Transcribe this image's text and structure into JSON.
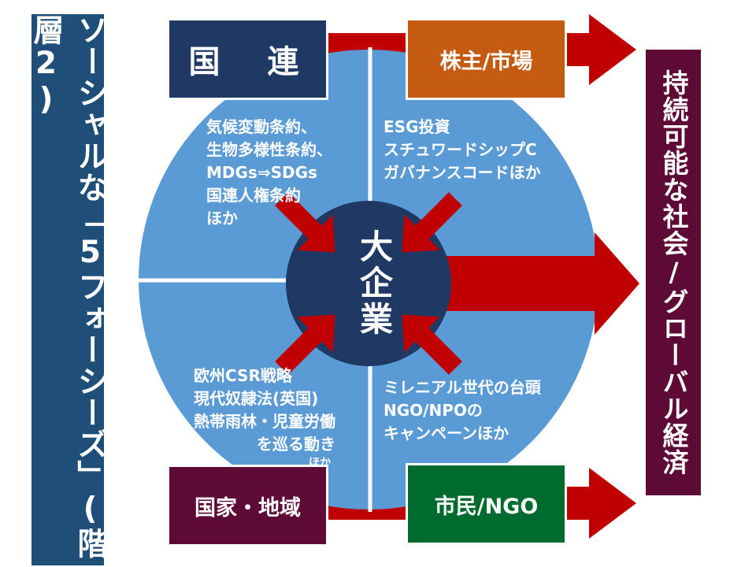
{
  "left_banner": "ソーシャルな「5フォーシーズ」(階層2)",
  "right_banner": "持続可能な社会/グローバル経済",
  "center": "大企業",
  "boxes": {
    "un": "国　連",
    "shareholders": "株主/市場",
    "nation": "国家・地域",
    "citizens": "市民/NGO"
  },
  "quadrants": {
    "top_left": [
      "気候変動条約、",
      "生物多様性条約、",
      "MDGs⇒SDGs",
      "国連人権条約",
      "ほか"
    ],
    "top_right": [
      "ESG投資",
      "スチュワードシップC",
      "ガバナンスコードほか"
    ],
    "bottom_left": [
      "欧州CSR戦略",
      "現代奴隷法(英国)",
      "熱帯雨林・児童労働",
      "を巡る動き",
      "ほか"
    ],
    "bottom_right": [
      "ミレニアル世代の台頭",
      "NGO/NPOの",
      "キャンペーンほか"
    ]
  },
  "colors": {
    "circle": "#5b9bd5",
    "center": "#1f3864",
    "arrow": "#c00000",
    "left_banner": "#1f4e79",
    "right_banner": "#5e0a37",
    "un_box": "#1f3864",
    "shareholders_box": "#c55a11",
    "nation_box": "#5e0a37",
    "citizens_box": "#006b2e"
  }
}
